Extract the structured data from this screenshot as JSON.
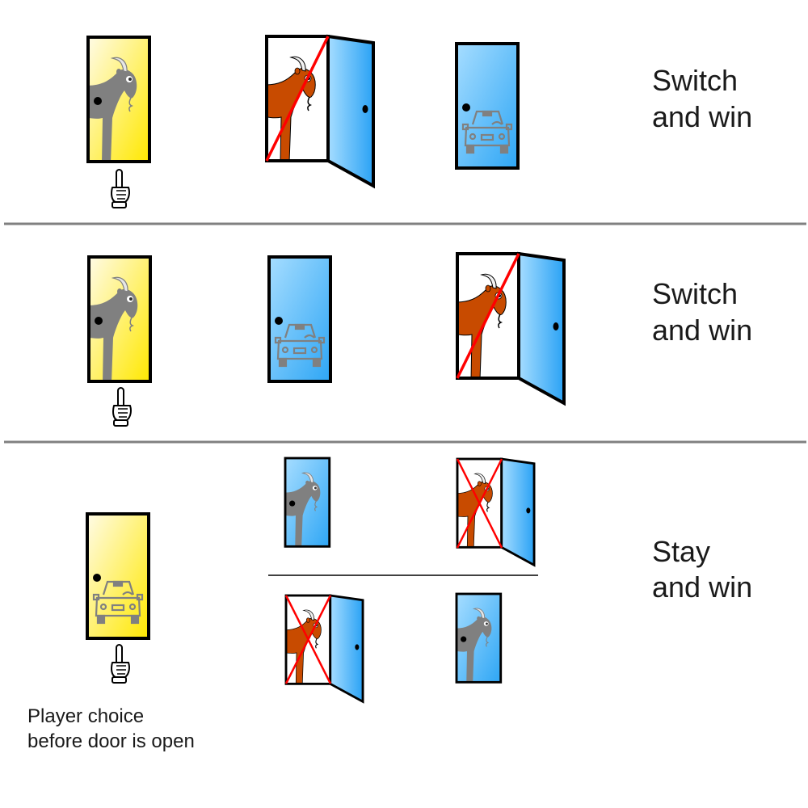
{
  "rows": [
    {
      "outcome_line1": "Switch",
      "outcome_line2": "and win"
    },
    {
      "outcome_line1": "Switch",
      "outcome_line2": "and win"
    },
    {
      "outcome_line1": "Stay",
      "outcome_line2": "and win"
    }
  ],
  "caption": {
    "line1": "Player choice",
    "line2": "before door is open"
  },
  "icons": [
    "pointing-hand-icon",
    "goat-icon",
    "car-icon",
    "red-cross-mark-icon"
  ],
  "colors": {
    "chosen_door": "#ffe800",
    "other_door": "#2ea6f5",
    "revealed_goat": "#c84b00",
    "hidden_goat": "#808080",
    "cross_mark": "#ff0000",
    "divider": "#808080"
  }
}
